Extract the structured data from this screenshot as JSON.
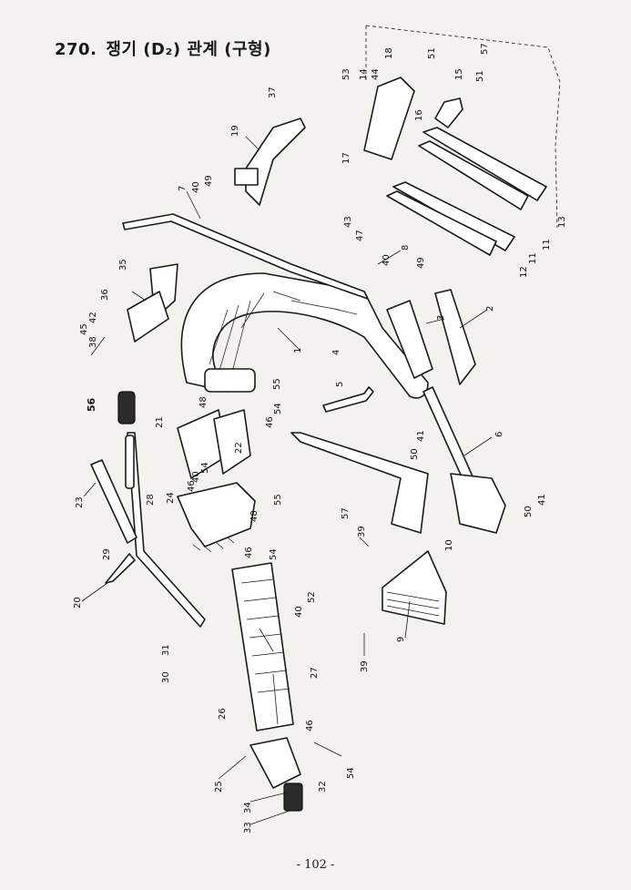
{
  "header": {
    "number": "270.",
    "title": "쟁기 (D₂) 관계 (구형)"
  },
  "page_number": "- 102 -",
  "callouts": [
    "1",
    "2",
    "3",
    "4",
    "5",
    "6",
    "7",
    "8",
    "9",
    "10",
    "11",
    "11",
    "12",
    "13",
    "14",
    "15",
    "16",
    "17",
    "18",
    "19",
    "20",
    "21",
    "22",
    "23",
    "24",
    "25",
    "26",
    "27",
    "28",
    "29",
    "30",
    "31",
    "32",
    "33",
    "34",
    "35",
    "36",
    "37",
    "38",
    "39",
    "39",
    "40",
    "40",
    "40",
    "40",
    "41",
    "41",
    "42",
    "43",
    "44",
    "45",
    "46",
    "46",
    "46",
    "46",
    "47",
    "48",
    "48",
    "49",
    "49",
    "50",
    "50",
    "51",
    "51",
    "52",
    "53",
    "54",
    "54",
    "54",
    "54",
    "55",
    "55",
    "56",
    "57",
    "57"
  ]
}
